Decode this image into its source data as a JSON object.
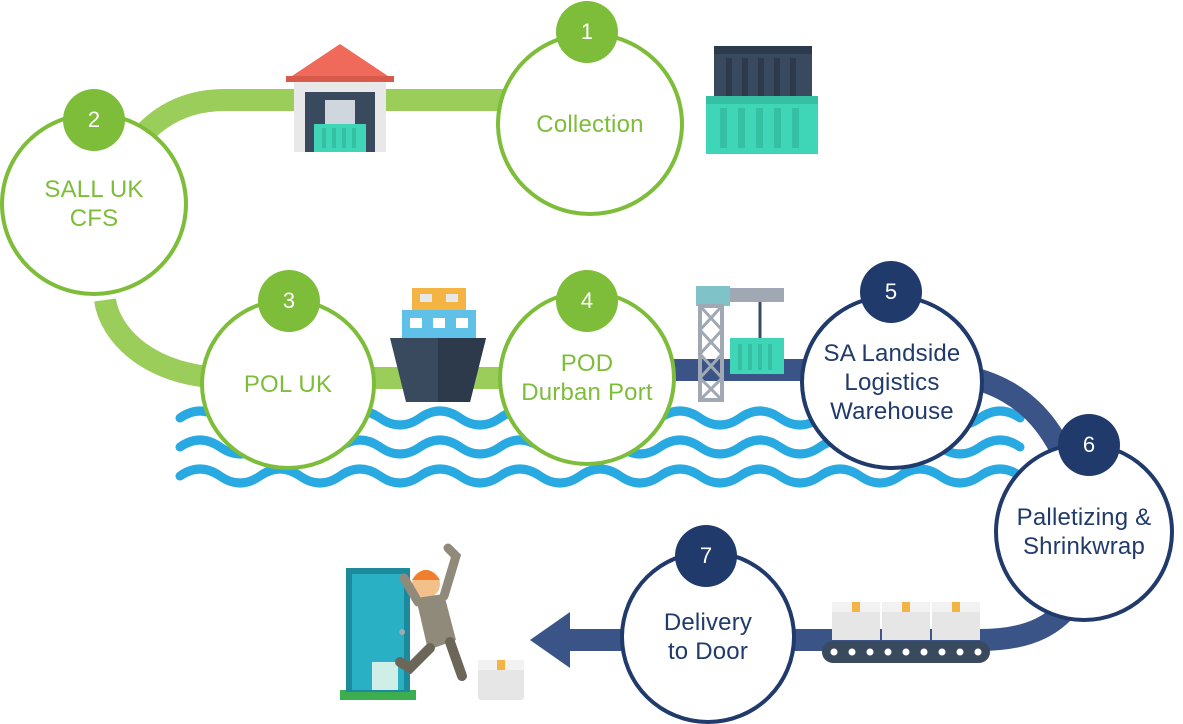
{
  "steps": [
    {
      "number": "1",
      "lines": [
        "Collection"
      ],
      "theme": "green"
    },
    {
      "number": "2",
      "lines": [
        "SALL UK",
        "CFS"
      ],
      "theme": "green"
    },
    {
      "number": "3",
      "lines": [
        "POL UK"
      ],
      "theme": "green"
    },
    {
      "number": "4",
      "lines": [
        "POD",
        "Durban Port"
      ],
      "theme": "green"
    },
    {
      "number": "5",
      "lines": [
        "SA Landside",
        "Logistics",
        "Warehouse"
      ],
      "theme": "navy"
    },
    {
      "number": "6",
      "lines": [
        "Palletizing &",
        "Shrinkwrap"
      ],
      "theme": "navy"
    },
    {
      "number": "7",
      "lines": [
        "Delivery",
        "to Door"
      ],
      "theme": "navy"
    }
  ],
  "colors": {
    "green": "#7dbd3a",
    "green_track": "#9bcd5b",
    "navy": "#1f3a6b",
    "navy_track": "#3b5488",
    "water": "#29a9e1",
    "teal_container": "#3fd6b7"
  },
  "icons": [
    "shipping-container-icon",
    "warehouse-icon",
    "cargo-ship-icon",
    "port-crane-icon",
    "conveyor-belt-icon",
    "person-at-door-icon",
    "package-box-icon",
    "arrow-left-icon"
  ]
}
